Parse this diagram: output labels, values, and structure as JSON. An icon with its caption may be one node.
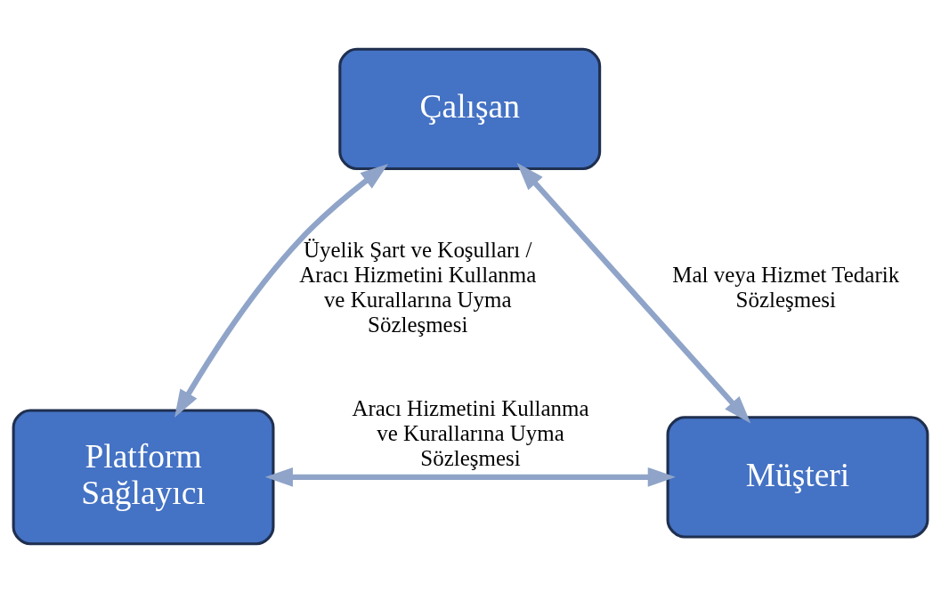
{
  "diagram": {
    "nodes": [
      {
        "text": [
          "Çalışan"
        ]
      },
      {
        "text": [
          "Platform Sağlayıcı"
        ]
      },
      {
        "text": [
          "Müşteri"
        ]
      }
    ],
    "edges": [
      {
        "from": 1,
        "to": 0,
        "arrow": "both",
        "label": "Üyelik Şart ve Koşulları / Aracı Hizmetini Kullanma ve Kurallarına Uyma Sözleşmesi"
      },
      {
        "from": 0,
        "to": 2,
        "arrow": "both",
        "label": "Mal veya Hizmet Tedarik Sözleşmesi"
      },
      {
        "from": 1,
        "to": 2,
        "arrow": "both",
        "label": "Aracı Hizmetini Kullanma ve Kurallarına Uyma Sözleşmesi"
      }
    ]
  }
}
